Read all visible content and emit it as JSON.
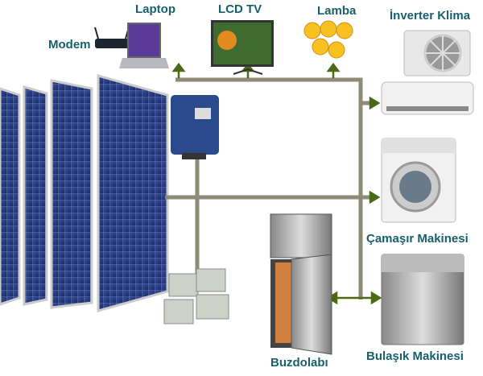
{
  "labels": {
    "modem": "Modem",
    "laptop": "Laptop",
    "tv": "LCD TV",
    "lamp": "Lamba",
    "ac": "İnverter Klima",
    "washer": "Çamaşır Makinesi",
    "fridge": "Buzdolabı",
    "dishwasher": "Bulaşık Makinesi"
  },
  "colors": {
    "label": "#17606c",
    "wire": "#8b8b78",
    "arrow": "#4b6a12",
    "panel": "#2a3f8a"
  }
}
